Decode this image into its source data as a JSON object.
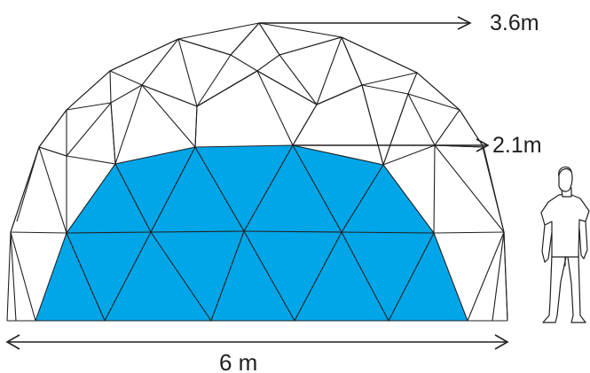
{
  "dome": {
    "structure_color": "#231f20",
    "fill_color": "#00a6e8",
    "background": "#ffffff"
  },
  "labels": {
    "height_top": "3.6m",
    "height_mid": "2.1m",
    "width": "6 m"
  },
  "figure": {
    "icon": "standing-person-icon"
  }
}
